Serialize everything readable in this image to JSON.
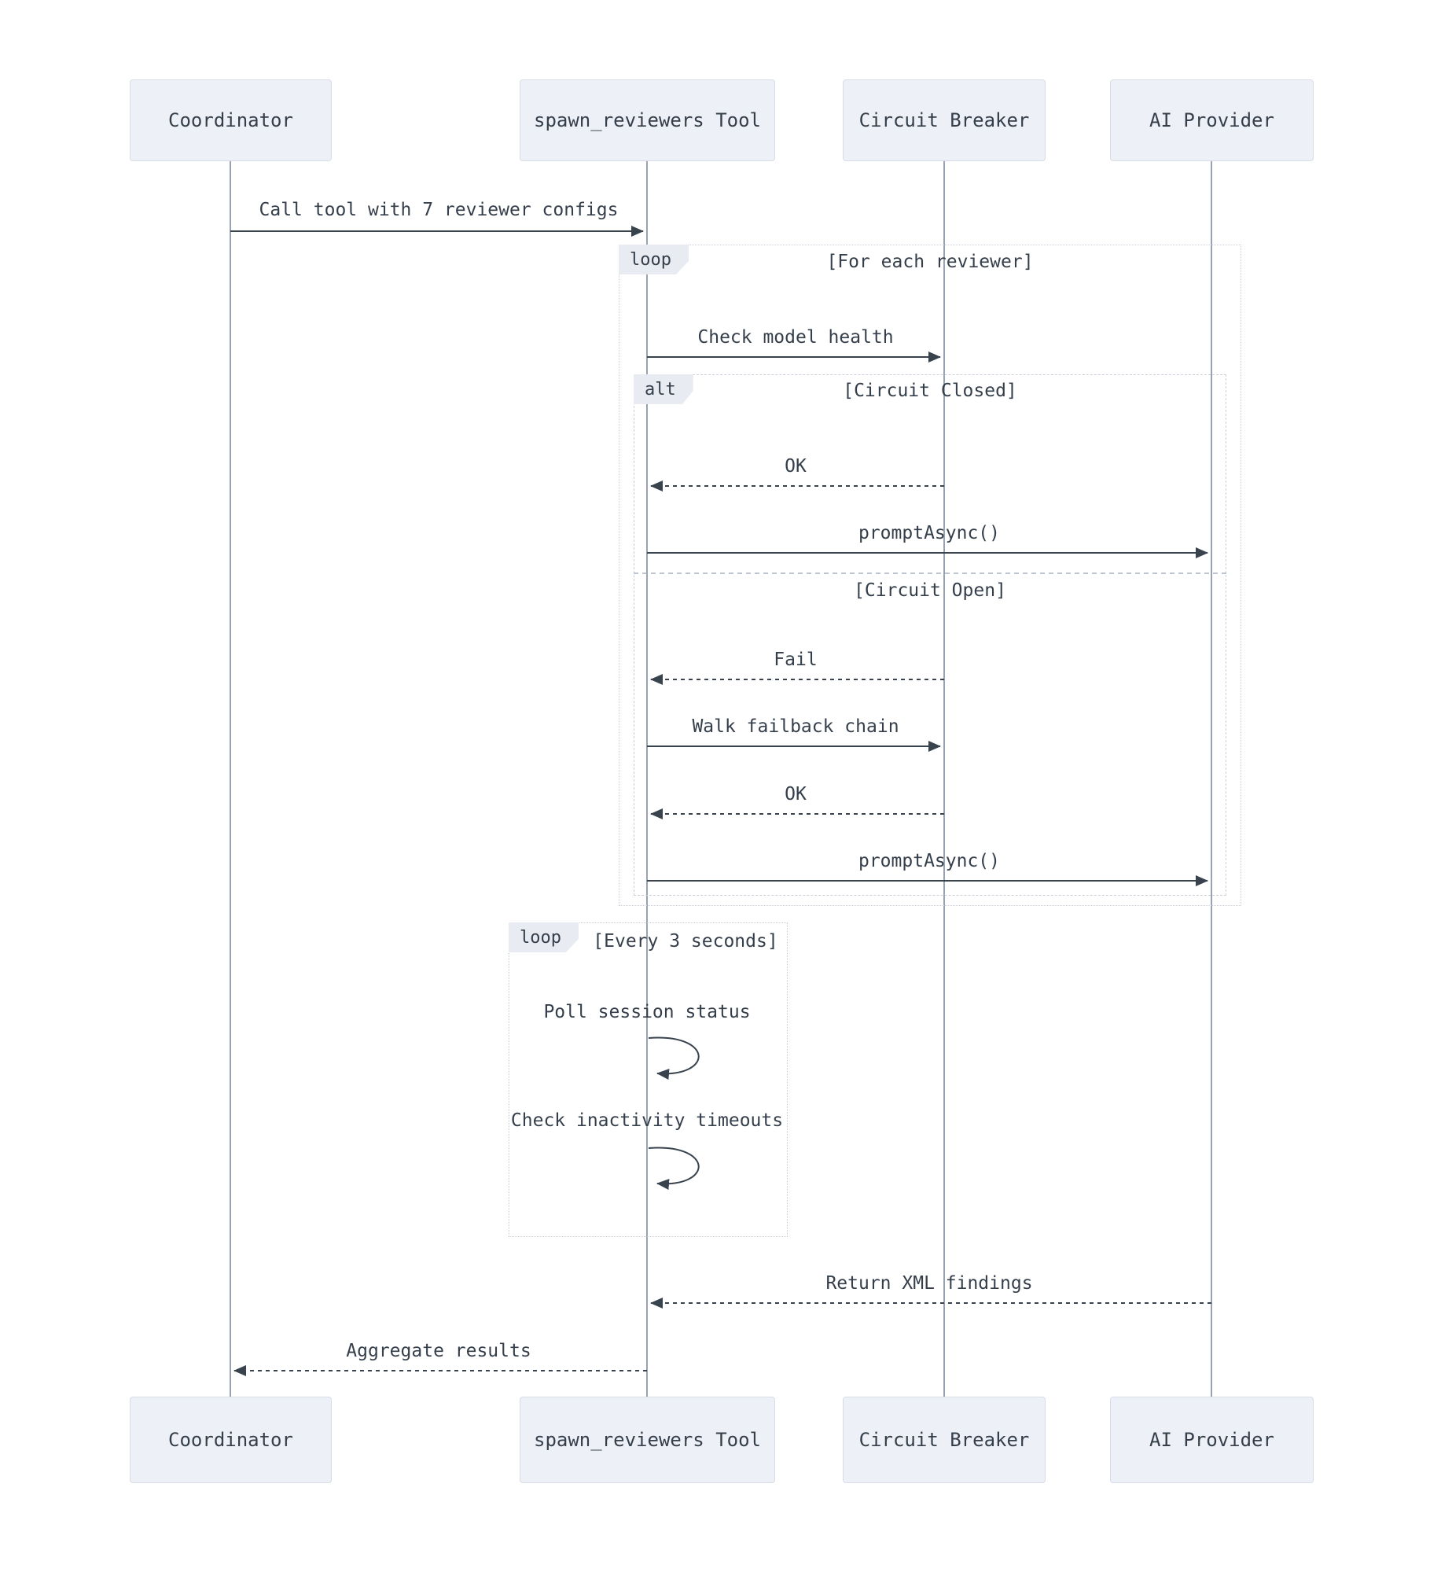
{
  "diagram": {
    "actors": [
      {
        "name": "Coordinator"
      },
      {
        "name": "spawn_reviewers Tool"
      },
      {
        "name": "Circuit Breaker"
      },
      {
        "name": "AI Provider"
      }
    ],
    "frames": {
      "loop_reviewers": {
        "label": "loop",
        "condition": "[For each reviewer]"
      },
      "alt_circuit": {
        "label": "alt",
        "branch_closed": "[Circuit Closed]",
        "branch_open": "[Circuit Open]"
      },
      "loop_poll": {
        "label": "loop",
        "condition": "[Every 3 seconds]"
      }
    },
    "messages": {
      "call_tool": "Call tool with 7 reviewer configs",
      "check_health": "Check model health",
      "ok_closed": "OK",
      "prompt_async_closed": "promptAsync()",
      "fail": "Fail",
      "walk_failback": "Walk failback chain",
      "ok_open": "OK",
      "prompt_async_open": "promptAsync()",
      "poll_status": "Poll session status",
      "check_timeouts": "Check inactivity timeouts",
      "return_xml": "Return XML findings",
      "aggregate": "Aggregate results"
    },
    "colors": {
      "actor_fill": "#edf0f6",
      "actor_border": "#d7dde6",
      "text": "#353f4b",
      "lifeline": "#99a3af",
      "arrow": "#39434e",
      "frame_border": "#c9d0da",
      "frame_label_fill": "#e8ecf2"
    }
  }
}
